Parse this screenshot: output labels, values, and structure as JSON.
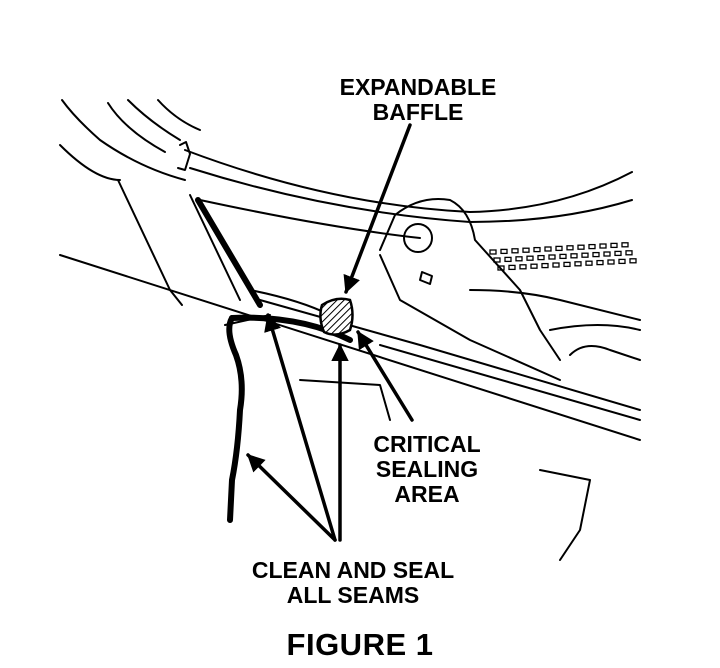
{
  "labels": {
    "baffle": [
      "EXPANDABLE",
      "BAFFLE"
    ],
    "critical": [
      "CRITICAL",
      "SEALING",
      "AREA"
    ],
    "seams": [
      "CLEAN AND SEAL",
      "ALL SEAMS"
    ],
    "figure": "FIGURE 1"
  },
  "colors": {
    "ink": "#000000",
    "paper": "#ffffff"
  }
}
